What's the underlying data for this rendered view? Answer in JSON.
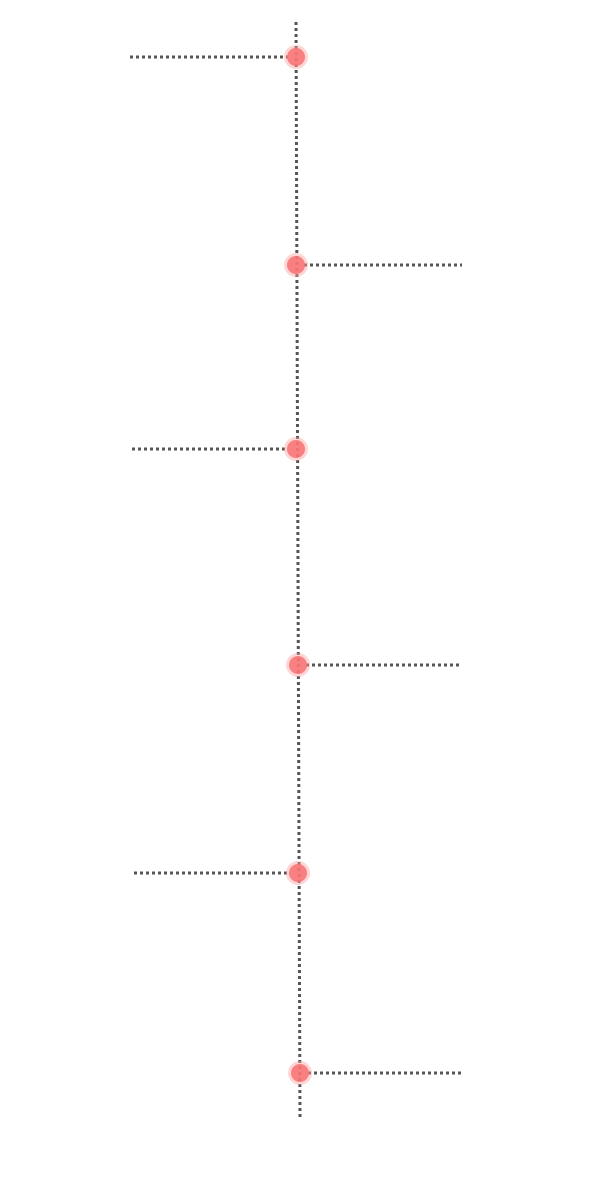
{
  "colors": {
    "line": "#555555",
    "node": "#f87171",
    "node_halo": "#fca5a5",
    "background": "#ffffff"
  },
  "timeline": {
    "nodes": [
      {
        "branch": "left"
      },
      {
        "branch": "right"
      },
      {
        "branch": "left"
      },
      {
        "branch": "right"
      },
      {
        "branch": "left"
      },
      {
        "branch": "right"
      }
    ]
  }
}
